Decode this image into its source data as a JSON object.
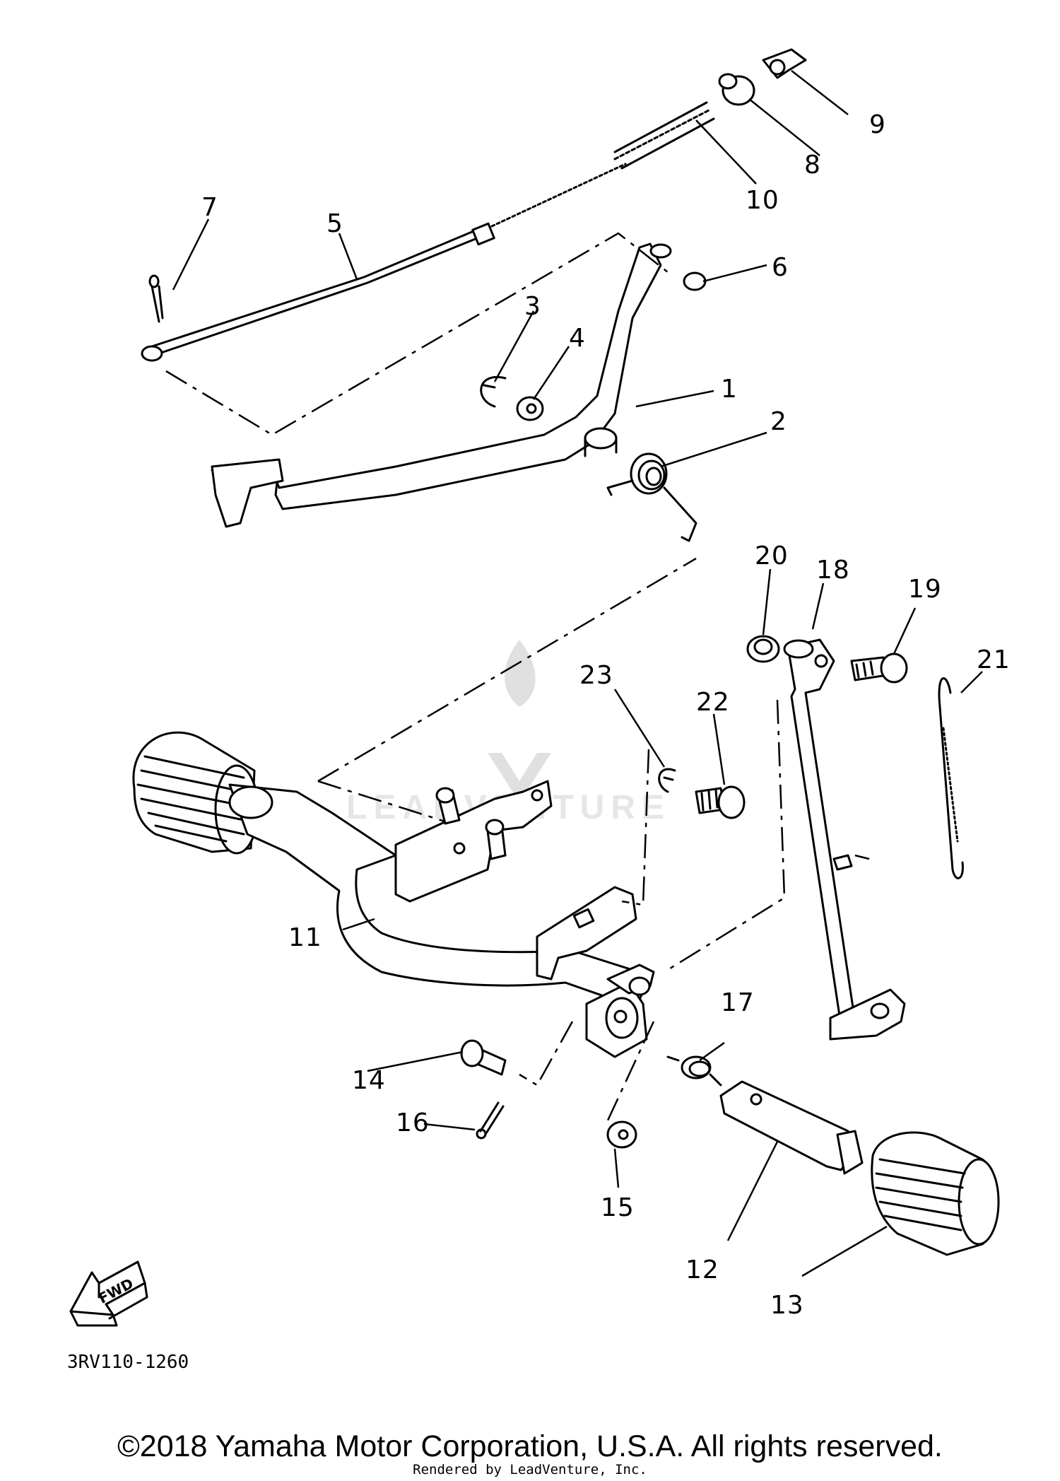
{
  "diagram": {
    "part_numbers": [
      "1",
      "2",
      "3",
      "4",
      "5",
      "6",
      "7",
      "8",
      "9",
      "10",
      "11",
      "12",
      "13",
      "14",
      "15",
      "16",
      "17",
      "18",
      "19",
      "20",
      "21",
      "22",
      "23"
    ],
    "direction_label": "FWD",
    "diagram_code": "3RV110-1260"
  },
  "watermark": {
    "text": "LEADVENTURE",
    "icon": "flame-icon"
  },
  "footer": {
    "copyright": "©2018 Yamaha Motor Corporation, U.S.A. All rights reserved.",
    "rendered_by": "Rendered by LeadVenture, Inc."
  }
}
